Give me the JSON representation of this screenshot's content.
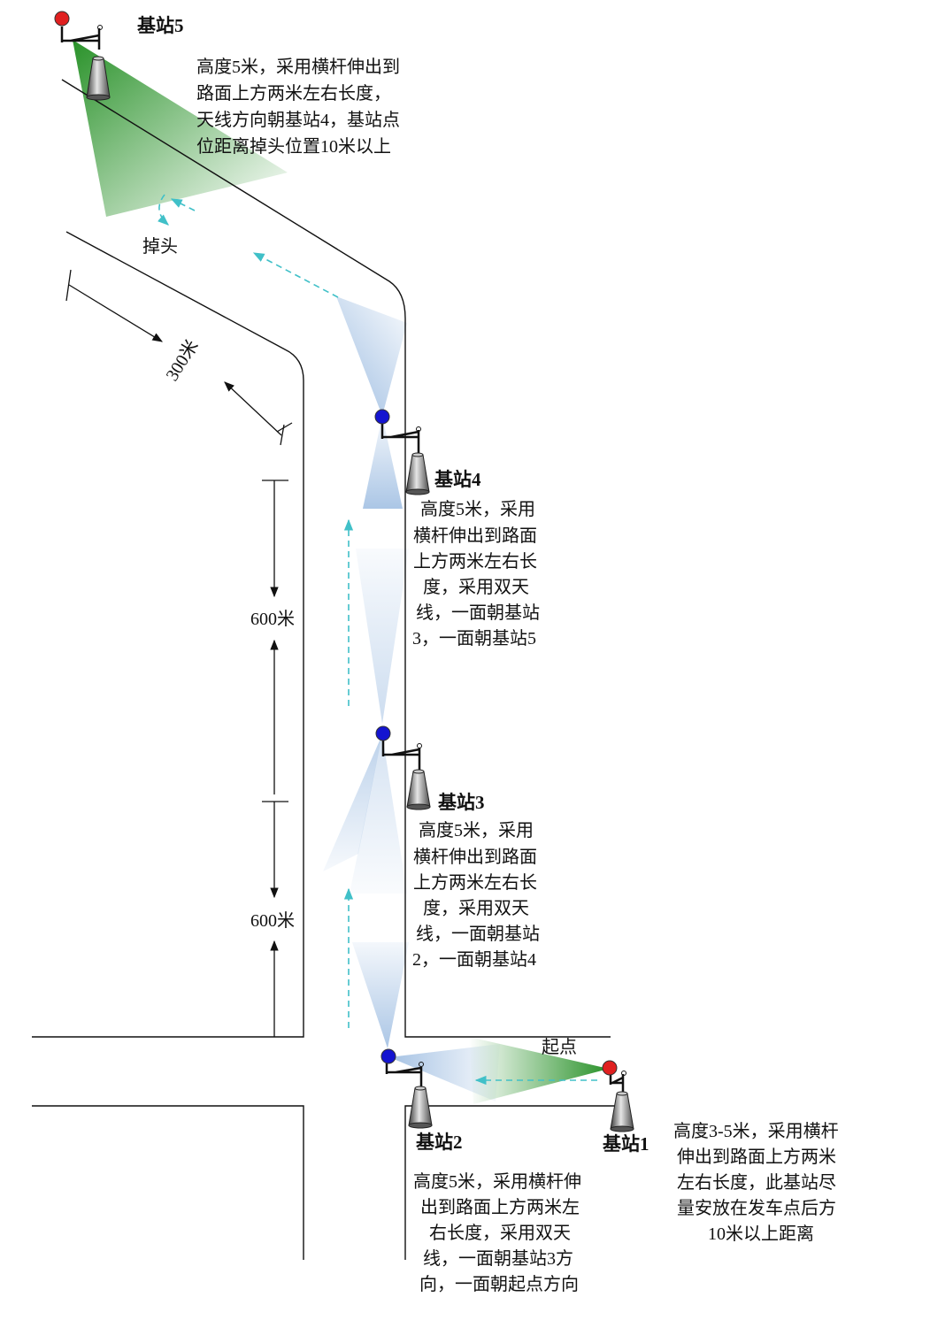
{
  "stations": [
    {
      "id": "s5",
      "label": "基站5",
      "dot_color": "#e02020",
      "note": [
        "高度5米，采用横杆伸出到",
        "路面上方两米左右长度，",
        "天线方向朝基站4，基站点",
        "位距离掉头位置10米以上"
      ]
    },
    {
      "id": "s4",
      "label": "基站4",
      "dot_color": "#1414d0",
      "note": [
        "高度5米，采用",
        "横杆伸出到路面",
        "上方两米左右长",
        "度，采用双天",
        "线，一面朝基站",
        "3，一面朝基站5"
      ]
    },
    {
      "id": "s3",
      "label": "基站3",
      "dot_color": "#1414d0",
      "note": [
        "高度5米，采用",
        "横杆伸出到路面",
        "上方两米左右长",
        "度，采用双天",
        "线，一面朝基站",
        "2，一面朝基站4"
      ]
    },
    {
      "id": "s2",
      "label": "基站2",
      "dot_color": "#1414d0",
      "note": [
        "高度5米，采用横杆伸",
        "出到路面上方两米左",
        "右长度，采用双天",
        "线，一面朝基站3方",
        "向，一面朝起点方向"
      ]
    },
    {
      "id": "s1",
      "label": "基站1",
      "dot_color": "#e02020",
      "note": [
        "高度3-5米，采用横杆",
        "伸出到路面上方两米",
        "左右长度，此基站尽",
        "量安放在发车点后方",
        "10米以上距离"
      ]
    }
  ],
  "labels": {
    "uturn": "掉头",
    "start": "起点",
    "dist_300": "300米",
    "dist_600_a": "600米",
    "dist_600_b": "600米"
  },
  "colors": {
    "green_beam": "#2e9a2e",
    "blue_beam": "#9fbde0",
    "arrow": "#40c0c8",
    "road": "#111111"
  }
}
